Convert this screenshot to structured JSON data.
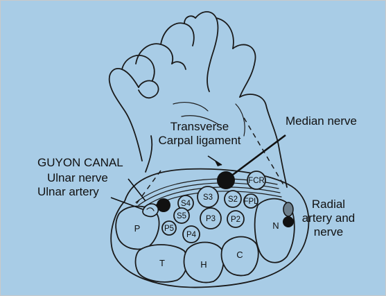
{
  "background_color": "#a8cce6",
  "labels": {
    "transverse_line1": "Transverse",
    "transverse_line2": "Carpal ligament",
    "median_nerve": "Median nerve",
    "guyon_canal": "GUYON CANAL",
    "ulnar_nerve": "Ulnar nerve",
    "ulnar_artery": "Ulnar artery",
    "radial_line1": "Radial",
    "radial_line2": "artery and",
    "radial_line3": "nerve"
  },
  "structures": {
    "fcr": "FCR",
    "fpl": "FPL",
    "s1": "S4",
    "s2": "S3",
    "s3": "S2",
    "s5": "S5",
    "p3": "P3",
    "p2": "P2",
    "p5": "P5",
    "p4": "P4",
    "pisiform": "P",
    "triquetrum": "T",
    "hamate": "H",
    "capitate": "C",
    "navicular": "N"
  }
}
